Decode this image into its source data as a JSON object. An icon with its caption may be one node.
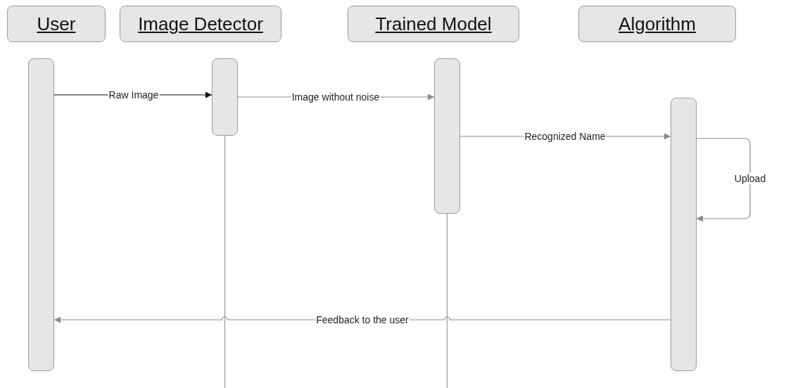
{
  "diagram": {
    "nodes": [
      {
        "text": [
          "User"
        ]
      },
      {
        "text": [
          "Image Detector"
        ]
      },
      {
        "text": [
          "Trained Model"
        ]
      },
      {
        "text": [
          "Algorithm"
        ]
      },
      {
        "text": [],
        "shape": "bar"
      },
      {
        "text": [],
        "shape": "bar"
      },
      {
        "text": [],
        "shape": "bar"
      },
      {
        "text": [],
        "shape": "bar"
      }
    ],
    "edges": [
      {
        "from": 4,
        "to": 5,
        "arrow": "to",
        "label": "Raw Image",
        "color": "#111111"
      },
      {
        "from": 5,
        "to": 6,
        "arrow": "to",
        "label": "Image without noise"
      },
      {
        "from": 6,
        "to": 7,
        "arrow": "to",
        "label": "Recognized Name"
      },
      {
        "from": 7,
        "to": 7,
        "arrow": "to",
        "label": "Upload"
      },
      {
        "from": 7,
        "to": 4,
        "arrow": "to",
        "label": "Feedback to the user"
      }
    ]
  }
}
